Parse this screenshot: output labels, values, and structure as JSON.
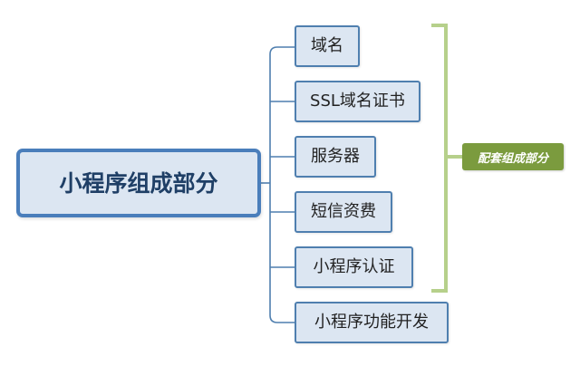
{
  "root": {
    "label": "小程序组成部分"
  },
  "children": [
    {
      "label": "域名"
    },
    {
      "label": "SSL域名证书"
    },
    {
      "label": "服务器"
    },
    {
      "label": "短信资费"
    },
    {
      "label": "小程序认证"
    },
    {
      "label": "小程序功能开发"
    }
  ],
  "group_tag": {
    "label": "配套组成部分"
  },
  "colors": {
    "node_fill": "#dce6f2",
    "node_border": "#3e6fa1",
    "connector": "#4f7faf",
    "bracket": "#b6d08b",
    "tag_fill": "#7b9b3e",
    "tag_text": "#ffffff"
  }
}
